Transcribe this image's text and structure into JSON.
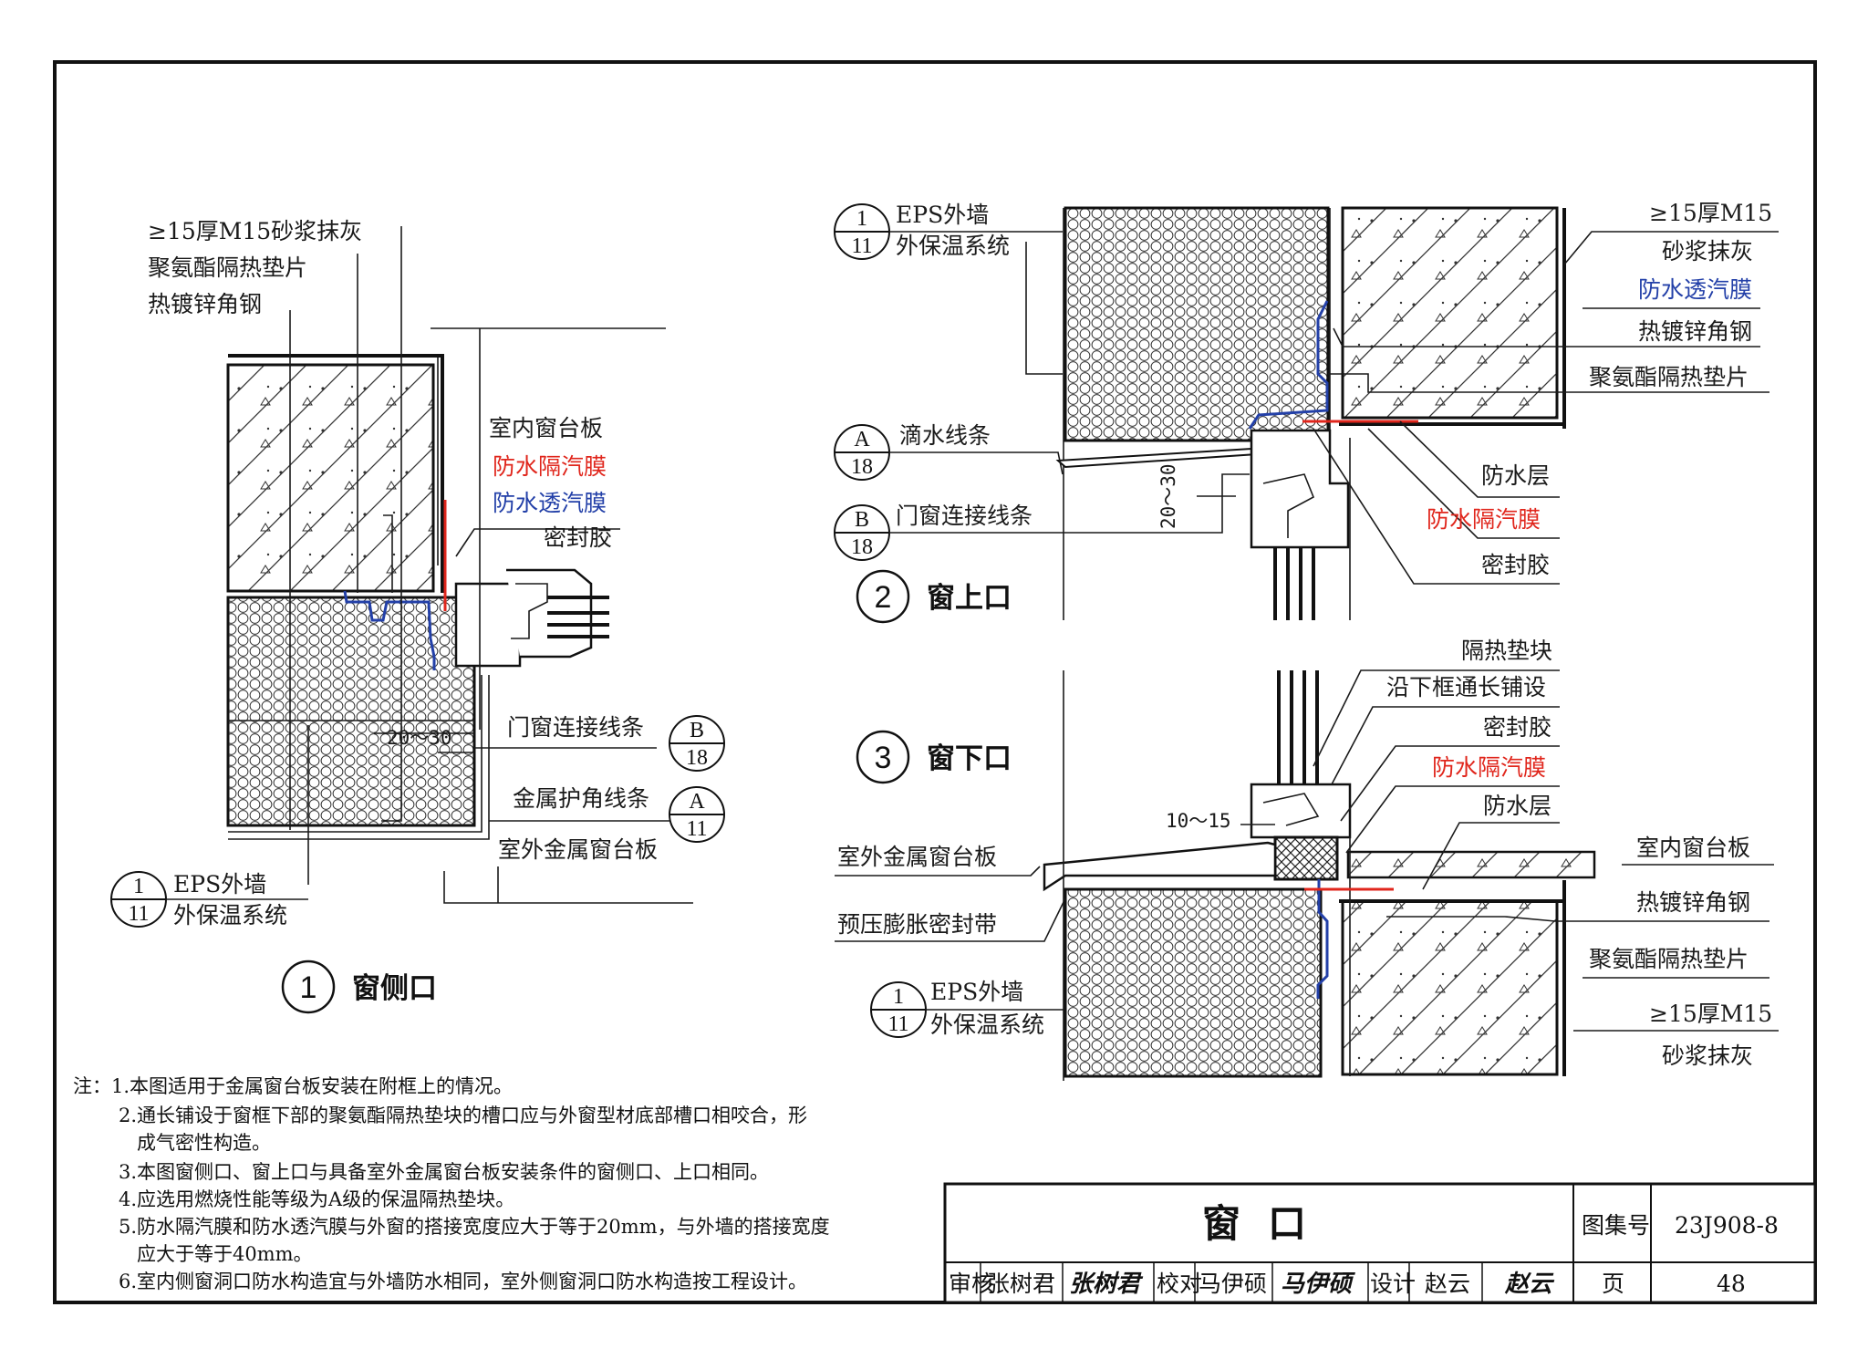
{
  "detail1": {
    "labels": {
      "mortar": "≥15厚M15砂浆抹灰",
      "pad": "聚氨酯隔热垫片",
      "angle": "热镀锌角钢",
      "sill_in": "室内窗台板",
      "vapor_barrier": "防水隔汽膜",
      "breathable": "防水透汽膜",
      "sealant": "密封胶",
      "connect_strip": "门窗连接线条",
      "corner_strip": "金属护角线条",
      "sill_out": "室外金属窗台板",
      "eps_1": "EPS外墙",
      "eps_2": "外保温系统",
      "dim": "20～30"
    },
    "refs": {
      "connect": {
        "top": "B",
        "bottom": "18"
      },
      "corner": {
        "top": "A",
        "bottom": "11"
      },
      "eps": {
        "top": "1",
        "bottom": "11"
      }
    },
    "title_num": "1",
    "title": "窗侧口"
  },
  "detail2": {
    "labels": {
      "eps_1": "EPS外墙",
      "eps_2": "外保温系统",
      "drip": "滴水线条",
      "connect_strip": "门窗连接线条",
      "mortar_1": "≥15厚M15",
      "mortar_2": "砂浆抹灰",
      "breathable": "防水透汽膜",
      "angle": "热镀锌角钢",
      "pad": "聚氨酯隔热垫片",
      "waterproof": "防水层",
      "vapor_barrier": "防水隔汽膜",
      "sealant": "密封胶",
      "dim": "20～30"
    },
    "refs": {
      "eps": {
        "top": "1",
        "bottom": "11"
      },
      "drip": {
        "top": "A",
        "bottom": "18"
      },
      "connect": {
        "top": "B",
        "bottom": "18"
      }
    },
    "title_num": "2",
    "title": "窗上口"
  },
  "detail3": {
    "labels": {
      "insul_block": "隔热垫块",
      "along_frame": "沿下框通长铺设",
      "sealant": "密封胶",
      "vapor_barrier": "防水隔汽膜",
      "waterproof": "防水层",
      "sill_out": "室外金属窗台板",
      "sill_in": "室内窗台板",
      "angle": "热镀锌角钢",
      "tape": "预压膨胀密封带",
      "pad": "聚氨酯隔热垫片",
      "eps_1": "EPS外墙",
      "eps_2": "外保温系统",
      "mortar_1": "≥15厚M15",
      "mortar_2": "砂浆抹灰",
      "dim": "10～15"
    },
    "refs": {
      "eps": {
        "top": "1",
        "bottom": "11"
      }
    },
    "title_num": "3",
    "title": "窗下口"
  },
  "notes": [
    "注：1.本图适用于金属窗台板安装在附框上的情况。",
    "2.通长铺设于窗框下部的聚氨酯隔热垫块的槽口应与外窗型材底部槽口相咬合，形",
    "成气密性构造。",
    "3.本图窗侧口、窗上口与具备室外金属窗台板安装条件的窗侧口、上口相同。",
    "4.应选用燃烧性能等级为A级的保温隔热垫块。",
    "5.防水隔汽膜和防水透汽膜与外窗的搭接宽度应大于等于20mm，与外墙的搭接宽度",
    "应大于等于40mm。",
    "6.室内侧窗洞口防水构造宜与外墙防水相同，室外侧窗洞口防水构造按工程设计。"
  ],
  "title_block": {
    "drawing_title": "窗口",
    "atlas_label": "图集号",
    "atlas_no": "23J908-8",
    "page_label": "页",
    "page_no": "48",
    "review_label": "审核",
    "reviewer": "张树君",
    "reviewer_sig": "张树君",
    "check_label": "校对",
    "checker": "马伊硕",
    "checker_sig": "马伊硕",
    "design_label": "设计",
    "designer": "赵云",
    "designer_sig": "赵云"
  },
  "colors": {
    "red": "#e0261c",
    "blue": "#2340a8",
    "line": "#1a1a1a"
  }
}
